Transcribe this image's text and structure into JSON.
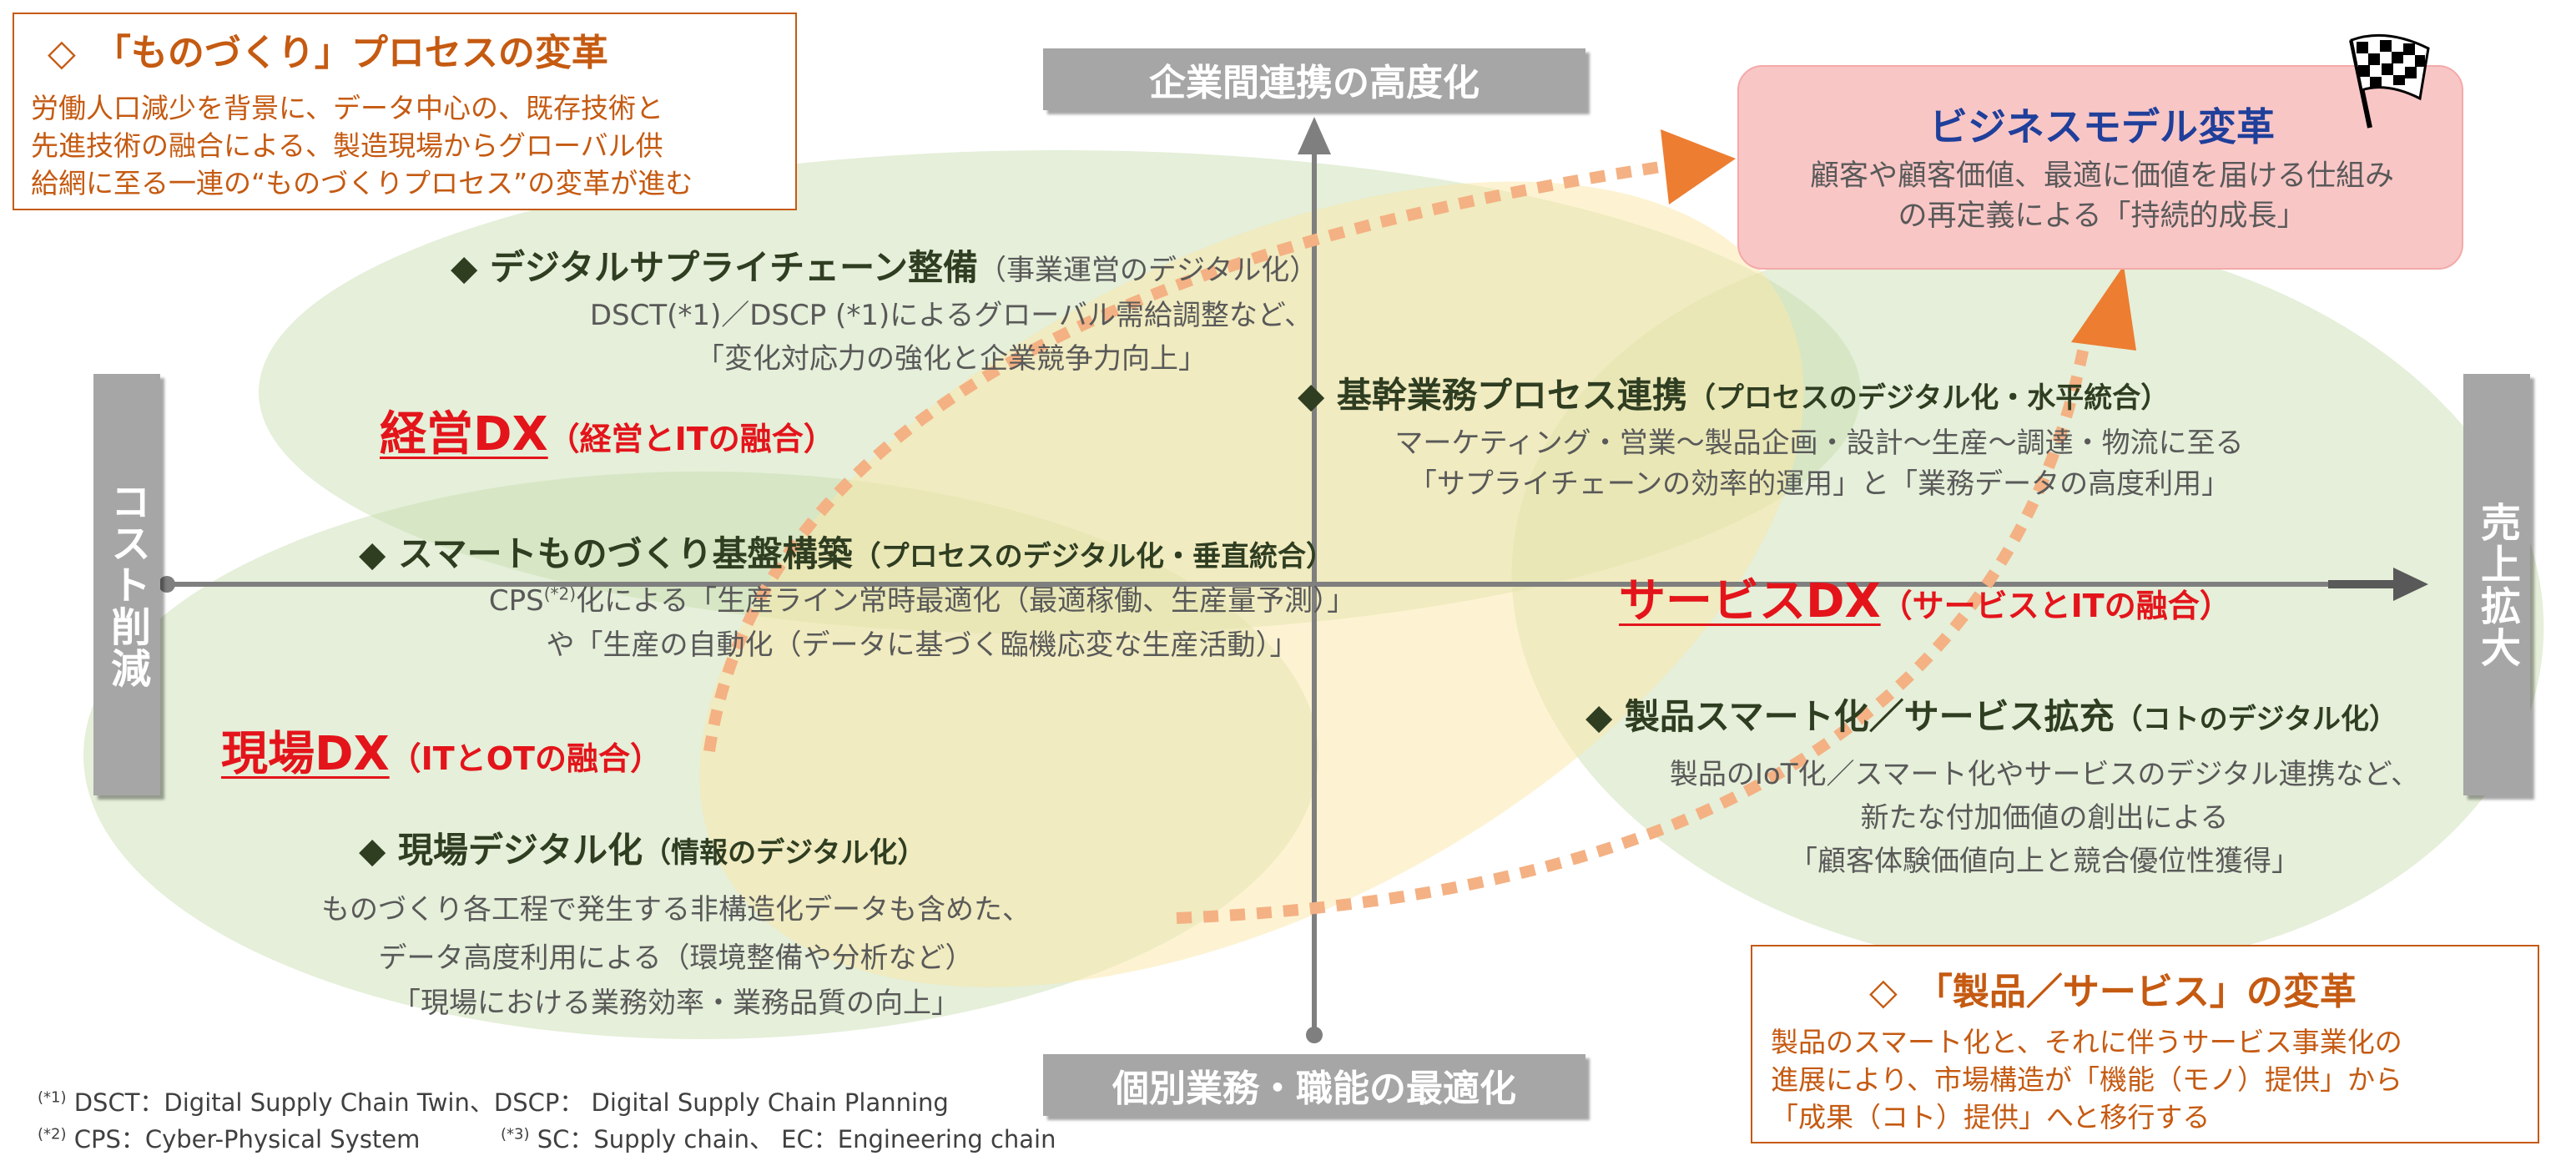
{
  "colors": {
    "green_ellipse": "#c6dcaa",
    "yellow_ellipse": "#fbe7a8",
    "orange_accent": "#c55a11",
    "red_dx": "#e4141b",
    "axis_box": "#a6a6a6",
    "biz_box": "#f9c6c6",
    "blue_title": "#1f3f9a",
    "dark_green_text": "#2f3d21"
  },
  "icons": {
    "goal_flag": "checkered-flag-icon",
    "bullet": "diamond"
  },
  "monozukuri_box": {
    "title": "◇　「ものづくり」プロセスの変革",
    "lines": [
      "労働人口減少を背景に、データ中心の、既存技術と",
      "先進技術の融合による、製造現場からグローバル供",
      "給網に至る一連の“ものづくりプロセス”の変革が進む"
    ]
  },
  "axes": {
    "top": "企業間連携の高度化",
    "bottom": "個別業務・職能の最適化",
    "left": "コスト削減",
    "right": "売上拡大"
  },
  "business_model": {
    "title": "ビジネスモデル変革",
    "lines": [
      "顧客や顧客価値、最適に価値を届ける仕組み",
      "の再定義による「持続的成長」"
    ]
  },
  "items": {
    "supply_chain": {
      "title": "◆ デジタルサプライチェーン整備",
      "sub": "（事業運営のデジタル化）",
      "lines": [
        "DSCT(*1)／DSCP (*1)によるグローバル需給調整など、",
        "「変化対応力の強化と企業競争力向上」"
      ]
    },
    "core_process": {
      "title": "◆ 基幹業務プロセス連携",
      "sub": "（プロセスのデジタル化・水平統合）",
      "lines": [
        "マーケティング・営業～製品企画・設計～生産～調達・物流に至る",
        "「サプライチェーンの効率的運用」と「業務データの高度利用」"
      ]
    },
    "smart_factory": {
      "title": "◆ スマートものづくり基盤構築",
      "sub": "（プロセスのデジタル化・垂直統合）",
      "line1_prefix": "CPS",
      "line1_sup": "(*2)",
      "line1_rest": "化による「生産ライン常時最適化（最適稼働、生産量予測）」",
      "line2": "や「生産の自動化（データに基づく臨機応変な生産活動）」"
    },
    "product_smart": {
      "title": "◆ 製品スマート化／サービス拡充",
      "sub": "（コトのデジタル化）",
      "lines": [
        "製品のIoT化／スマート化やサービスのデジタル連携など、",
        "新たな付加価値の創出による",
        "「顧客体験価値向上と競合優位性獲得」"
      ]
    },
    "genba_digital": {
      "title": "◆ 現場デジタル化",
      "sub": "（情報のデジタル化）",
      "lines": [
        "ものづくり各工程で発生する非構造化データも含めた、",
        "データ高度利用による（環境整備や分析など）",
        "「現場における業務効率・業務品質の向上」"
      ]
    }
  },
  "dx_labels": {
    "keiei": {
      "main": "経営DX",
      "sub": "（経営とITの融合）"
    },
    "service": {
      "main": "サービスDX",
      "sub": "（サービスとITの融合）"
    },
    "genba": {
      "main": "現場DX",
      "sub": "（ITとOTの融合）"
    }
  },
  "product_service_box": {
    "title": "◇　「製品／サービス」の変革",
    "lines": [
      "製品のスマート化と、それに伴うサービス事業化の",
      "進展により、市場構造が「機能（モノ）提供」から",
      "「成果（コト）提供」へと移行する"
    ]
  },
  "footnotes": {
    "n1_mark": "(*1)",
    "n1_text": "DSCT：Digital Supply Chain Twin、DSCP： Digital Supply Chain Planning",
    "n2_mark": "(*2)",
    "n2_text": "CPS：Cyber-Physical System",
    "n3_mark": "(*3)",
    "n3_text": "SC：Supply chain、 EC：Engineering chain"
  }
}
